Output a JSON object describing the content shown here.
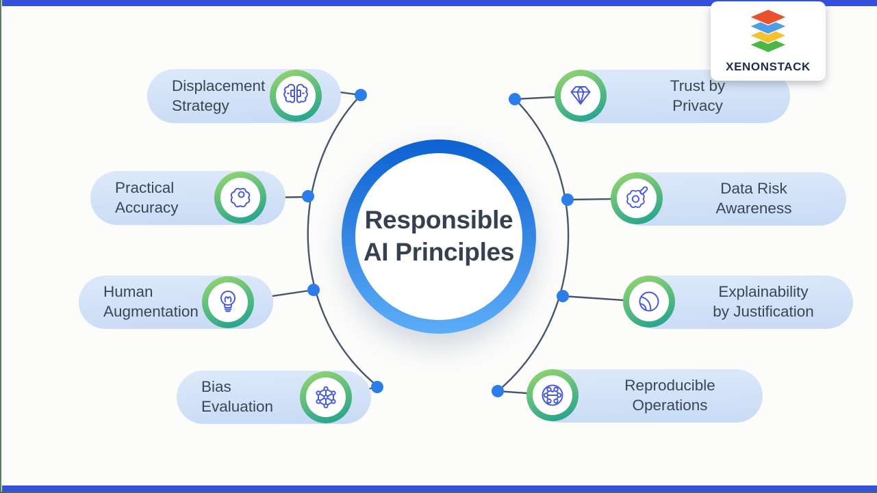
{
  "brand": {
    "name": "XENONSTACK"
  },
  "center": {
    "title_line1": "Responsible",
    "title_line2": "AI Principles"
  },
  "items": [
    {
      "id": "displacement-strategy",
      "line1": "Displacement",
      "line2": "Strategy",
      "icon": "brain",
      "side": "left"
    },
    {
      "id": "practical-accuracy",
      "line1": "Practical",
      "line2": "Accuracy",
      "icon": "gear",
      "side": "left"
    },
    {
      "id": "human-augmentation",
      "line1": "Human",
      "line2": "Augmentation",
      "icon": "lightbulb",
      "side": "left"
    },
    {
      "id": "bias-evaluation",
      "line1": "Bias",
      "line2": "Evaluation",
      "icon": "hex-network",
      "side": "left"
    },
    {
      "id": "trust-by-privacy",
      "line1": "Trust by",
      "line2": "Privacy",
      "icon": "diamond",
      "side": "right"
    },
    {
      "id": "data-risk-awareness",
      "line1": "Data Risk",
      "line2": "Awareness",
      "icon": "gear-pencil",
      "side": "right"
    },
    {
      "id": "explainability-by-justification",
      "line1": "Explainability",
      "line2": "by Justification",
      "icon": "sphere",
      "side": "right"
    },
    {
      "id": "reproducible-operations",
      "line1": "Reproducible",
      "line2": "Operations",
      "icon": "network-nodes",
      "side": "right"
    }
  ],
  "colors": {
    "frame_bar_blue": "#3351db",
    "frame_edge_green": "#4e7a58",
    "dot_blue": "#2b7de9",
    "connector_gray": "#475569",
    "pill_background_top": "#dde9fa",
    "pill_background_bottom": "#c8dbf5",
    "ring_green_light": "#90d370",
    "ring_green_teal": "#25a48d",
    "icon_stroke_blue": "#4759dc",
    "center_ring_top": "#0d61d1",
    "center_ring_bottom": "#5cadf7",
    "text_dark_slate": "#3a4653",
    "logo_red": "#e8502f",
    "logo_blue": "#4f9ce8",
    "logo_yellow": "#f5c12e",
    "logo_green": "#4cb748"
  }
}
